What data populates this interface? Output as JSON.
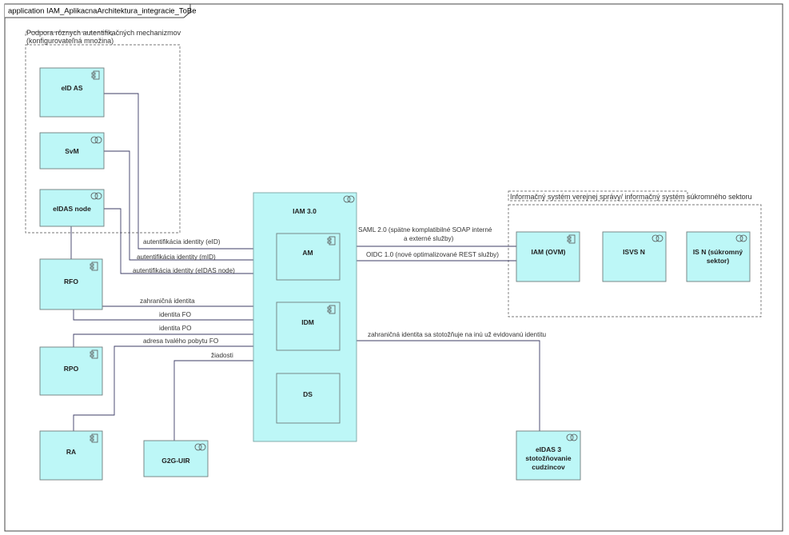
{
  "frame": {
    "title": "application IAM_AplikacnaArchitektura_integracie_ToBe"
  },
  "groups": {
    "auth": {
      "title_line1": "Podpora rôznych autentifikačných mechanizmov",
      "title_line2": "(konfigurovateľná množina)"
    },
    "isvs": {
      "title": "Informačný systém verejnej správy/ informačný systém súkromného sektoru"
    }
  },
  "nodes": {
    "eid_as": {
      "label": "eID AS",
      "icon": "component-icon"
    },
    "svm": {
      "label": "SvM",
      "icon": "service-icon"
    },
    "eidas_node": {
      "label": "eIDAS node",
      "icon": "service-icon"
    },
    "rfo": {
      "label": "RFO",
      "icon": "component-icon"
    },
    "rpo": {
      "label": "RPO",
      "icon": "component-icon"
    },
    "ra": {
      "label": "RA",
      "icon": "component-icon"
    },
    "g2g_uir": {
      "label": "G2G-UIR",
      "icon": "service-icon"
    },
    "iam30": {
      "label": "IAM 3.0",
      "icon": "service-icon"
    },
    "am": {
      "label": "AM",
      "icon": "component-icon"
    },
    "idm": {
      "label": "IDM",
      "icon": "component-icon"
    },
    "ds": {
      "label": "DS"
    },
    "iam_ovm": {
      "label": "IAM (OVM)",
      "icon": "component-icon"
    },
    "isvs_n": {
      "label": "ISVS N",
      "icon": "service-icon"
    },
    "is_n": {
      "label_line1": "IS N (súkromný",
      "label_line2": "sektor)",
      "icon": "service-icon"
    },
    "eidas3": {
      "label_line1": "eIDAS 3",
      "label_line2": "stotožňovanie",
      "label_line3": "cudzincov",
      "icon": "service-icon"
    }
  },
  "connections": {
    "auth_eid": "autentifikácia identity (eID)",
    "auth_mid": "autentifikácia identity (mID)",
    "auth_eidas": "autentifikácia identity (eIDAS node)",
    "foreign_identity": "zahraničná identita",
    "identity_fo": "identita FO",
    "identity_po": "identita PO",
    "address_fo": "adresa tvalého pobytu FO",
    "requests": "žiadosti",
    "saml_line1": "SAML 2.0 (spätne komplatibilné SOAP interné",
    "saml_line2": "a externé služby)",
    "oidc": "OIDC 1.0 (nové optimalizované REST služby)",
    "foreign_match": "zahraničná identita sa stotožňuje na inú už evidovanú identitu"
  }
}
